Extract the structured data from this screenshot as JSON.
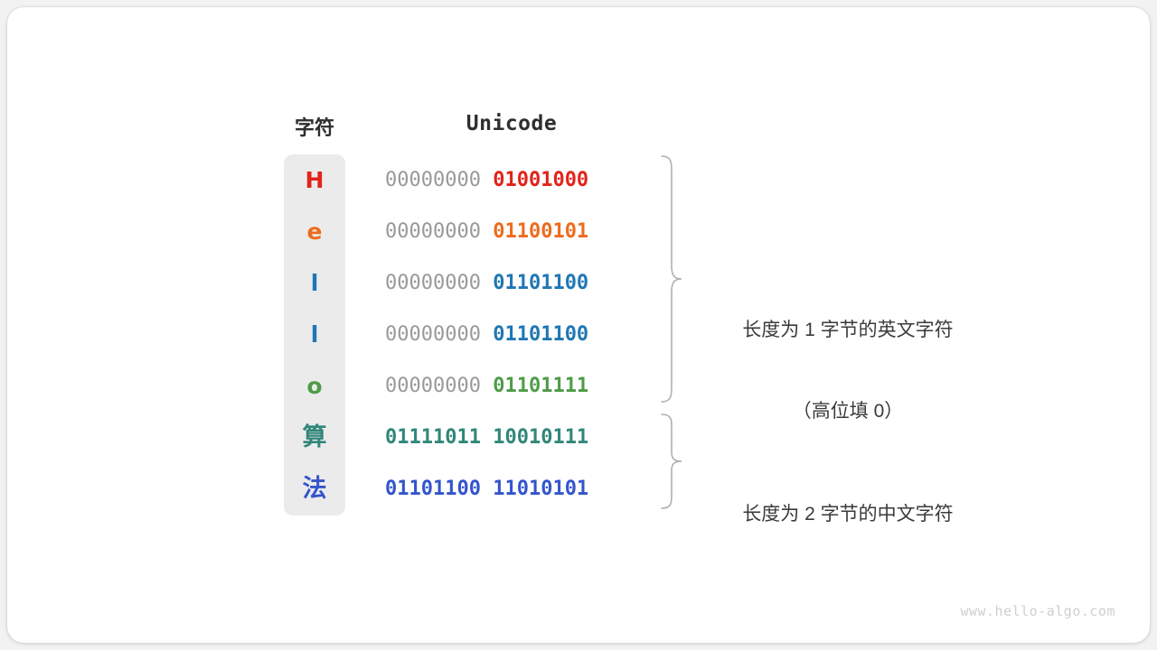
{
  "page": {
    "background": "#f2f2f2",
    "card_background": "#ffffff",
    "watermark": "www.hello-algo.com"
  },
  "table": {
    "headers": {
      "character": "字符",
      "unicode": "Unicode"
    },
    "panel_color": "#ebebeb",
    "rows": [
      {
        "char": "H",
        "color": "#e2231a",
        "high_byte": "00000000",
        "low_byte": "01001000",
        "bytes": 1,
        "script": "latin"
      },
      {
        "char": "e",
        "color": "#ed6c1e",
        "high_byte": "00000000",
        "low_byte": "01100101",
        "bytes": 1,
        "script": "latin"
      },
      {
        "char": "l",
        "color": "#1f77b4",
        "high_byte": "00000000",
        "low_byte": "01101100",
        "bytes": 1,
        "script": "latin"
      },
      {
        "char": "l",
        "color": "#1f77b4",
        "high_byte": "00000000",
        "low_byte": "01101100",
        "bytes": 1,
        "script": "latin"
      },
      {
        "char": "o",
        "color": "#4f9b48",
        "high_byte": "00000000",
        "low_byte": "01101111",
        "bytes": 1,
        "script": "latin"
      },
      {
        "char": "算",
        "color": "#31877a",
        "high_byte": "01111011",
        "low_byte": "10010111",
        "bytes": 2,
        "script": "cjk"
      },
      {
        "char": "法",
        "color": "#3355cc",
        "high_byte": "01101100",
        "low_byte": "11010101",
        "bytes": 2,
        "script": "cjk"
      }
    ]
  },
  "annotations": [
    {
      "name": "one-byte-group",
      "line1": "长度为 1 字节的英文字符",
      "line2": "（高位填 0）",
      "brace_color": "#b0b0b0"
    },
    {
      "name": "two-byte-group",
      "line1": "长度为 2 字节的中文字符",
      "line2": "",
      "brace_color": "#b0b0b0"
    }
  ]
}
